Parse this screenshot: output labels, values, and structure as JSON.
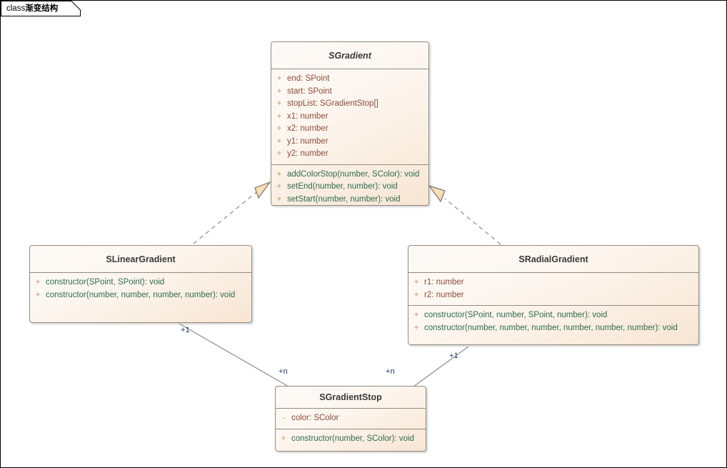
{
  "frame": {
    "keyword": "class",
    "name": "渐变结构"
  },
  "colors": {
    "box_border": "#948a80",
    "box_fill_start": "#fdfaf7",
    "box_fill_end": "#f7e5d3",
    "attribute_text": "#8a4b3a",
    "operation_text": "#2f6b4f",
    "visibility_text": "#c09a6b",
    "title_text": "#3a3a3a",
    "multiplicity_text": "#203864",
    "line": "#808080",
    "arrow_fill": "#f5deb8",
    "canvas": "#ffffff"
  },
  "classes": [
    {
      "id": "sgradient",
      "name": "SGradient",
      "abstract": true,
      "attributes": [
        {
          "visibility": "+",
          "signature": "end: SPoint"
        },
        {
          "visibility": "+",
          "signature": "start: SPoint"
        },
        {
          "visibility": "+",
          "signature": "stopList: SGradientStop[]"
        },
        {
          "visibility": "+",
          "signature": "x1: number"
        },
        {
          "visibility": "+",
          "signature": "x2: number"
        },
        {
          "visibility": "+",
          "signature": "y1: number"
        },
        {
          "visibility": "+",
          "signature": "y2: number"
        }
      ],
      "operations": [
        {
          "visibility": "+",
          "signature": "addColorStop(number, SColor): void"
        },
        {
          "visibility": "+",
          "signature": "setEnd(number, number): void"
        },
        {
          "visibility": "+",
          "signature": "setStart(number, number): void"
        }
      ]
    },
    {
      "id": "slineargradient",
      "name": "SLinearGradient",
      "abstract": false,
      "attributes": [],
      "operations": [
        {
          "visibility": "+",
          "signature": "constructor(SPoint, SPoint): void"
        },
        {
          "visibility": "+",
          "signature": "constructor(number, number, number, number): void"
        }
      ]
    },
    {
      "id": "sradialgradient",
      "name": "SRadialGradient",
      "abstract": false,
      "attributes": [
        {
          "visibility": "+",
          "signature": "r1: number"
        },
        {
          "visibility": "+",
          "signature": "r2: number"
        }
      ],
      "operations": [
        {
          "visibility": "+",
          "signature": "constructor(SPoint, number, SPoint, number): void"
        },
        {
          "visibility": "+",
          "signature": "constructor(number, number, number, number, number, number): void"
        }
      ]
    },
    {
      "id": "sgradientstop",
      "name": "SGradientStop",
      "abstract": false,
      "attributes": [
        {
          "visibility": "-",
          "signature": "color: SColor"
        }
      ],
      "operations": [
        {
          "visibility": "+",
          "signature": "constructor(number, SColor): void"
        }
      ]
    }
  ],
  "relationships": [
    {
      "id": "rel-linear-realizes-gradient",
      "type": "realization",
      "from": "SLinearGradient",
      "to": "SGradient",
      "style": "dashed",
      "arrow": "hollow-triangle"
    },
    {
      "id": "rel-radial-realizes-gradient",
      "type": "realization",
      "from": "SRadialGradient",
      "to": "SGradient",
      "style": "dashed",
      "arrow": "hollow-triangle"
    },
    {
      "id": "rel-linear-stop",
      "type": "association",
      "from": "SLinearGradient",
      "to": "SGradientStop",
      "style": "solid",
      "source_multiplicity": "+1",
      "target_multiplicity": "+n"
    },
    {
      "id": "rel-radial-stop",
      "type": "association",
      "from": "SRadialGradient",
      "to": "SGradientStop",
      "style": "solid",
      "source_multiplicity": "+1",
      "target_multiplicity": "+n"
    }
  ],
  "multiplicity_labels": {
    "linear_source": "+1",
    "linear_target": "+n",
    "radial_source": "+1",
    "radial_target": "+n"
  }
}
